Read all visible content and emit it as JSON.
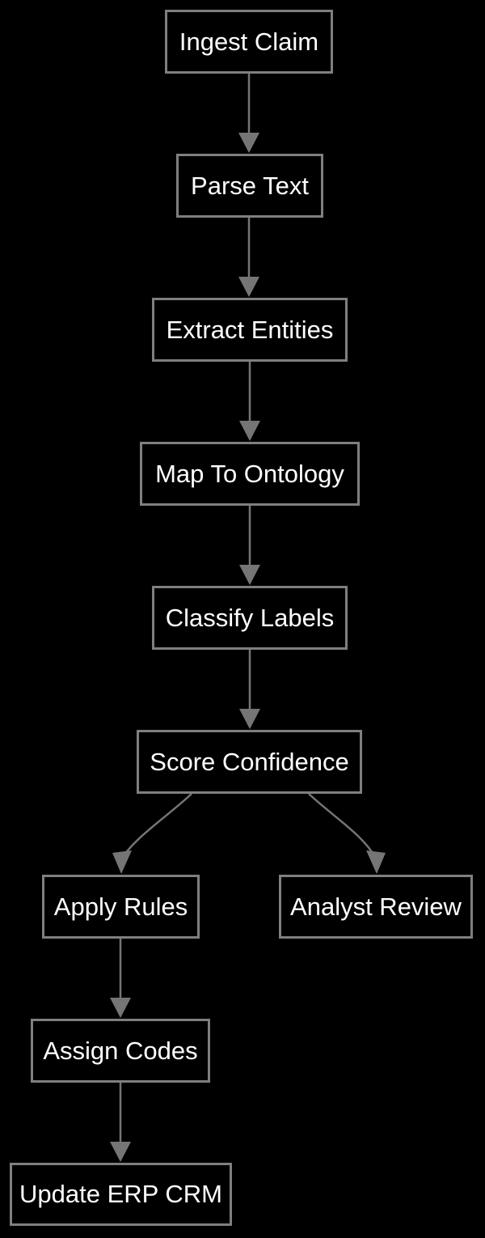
{
  "diagram": {
    "type": "flowchart",
    "background_color": "#000000",
    "node_fill_color": "#000000",
    "node_border_color": "#7f7f7f",
    "edge_color": "#757575",
    "text_color": "#ffffff",
    "nodes": [
      {
        "id": "ingest-claim",
        "label": "Ingest Claim"
      },
      {
        "id": "parse-text",
        "label": "Parse Text"
      },
      {
        "id": "extract-entities",
        "label": "Extract Entities"
      },
      {
        "id": "map-to-ontology",
        "label": "Map To Ontology"
      },
      {
        "id": "classify-labels",
        "label": "Classify Labels"
      },
      {
        "id": "score-confidence",
        "label": "Score Confidence"
      },
      {
        "id": "apply-rules",
        "label": "Apply Rules"
      },
      {
        "id": "analyst-review",
        "label": "Analyst Review"
      },
      {
        "id": "assign-codes",
        "label": "Assign Codes"
      },
      {
        "id": "update-erp-crm",
        "label": "Update ERP CRM"
      }
    ],
    "edges": [
      {
        "from": "ingest-claim",
        "to": "parse-text"
      },
      {
        "from": "parse-text",
        "to": "extract-entities"
      },
      {
        "from": "extract-entities",
        "to": "map-to-ontology"
      },
      {
        "from": "map-to-ontology",
        "to": "classify-labels"
      },
      {
        "from": "classify-labels",
        "to": "score-confidence"
      },
      {
        "from": "score-confidence",
        "to": "apply-rules"
      },
      {
        "from": "score-confidence",
        "to": "analyst-review"
      },
      {
        "from": "apply-rules",
        "to": "assign-codes"
      },
      {
        "from": "assign-codes",
        "to": "update-erp-crm"
      }
    ]
  }
}
